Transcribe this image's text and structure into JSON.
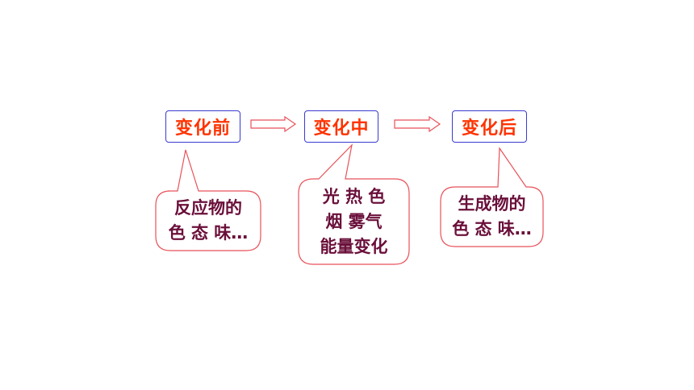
{
  "stages": {
    "before": "变化前",
    "during": "变化中",
    "after": "变化后"
  },
  "notes": {
    "before": [
      "反应物的",
      "色 态 味…"
    ],
    "during": [
      "光 热 色",
      "烟 雾气",
      "能量变化"
    ],
    "after": [
      "生成物的",
      "色 态 味…"
    ]
  },
  "colors": {
    "stage_text": "#ff3300",
    "stage_border": "#3a3ad0",
    "note_text": "#6a0f3a",
    "callout_border": "#e8525a",
    "arrow": "#e8525a"
  }
}
